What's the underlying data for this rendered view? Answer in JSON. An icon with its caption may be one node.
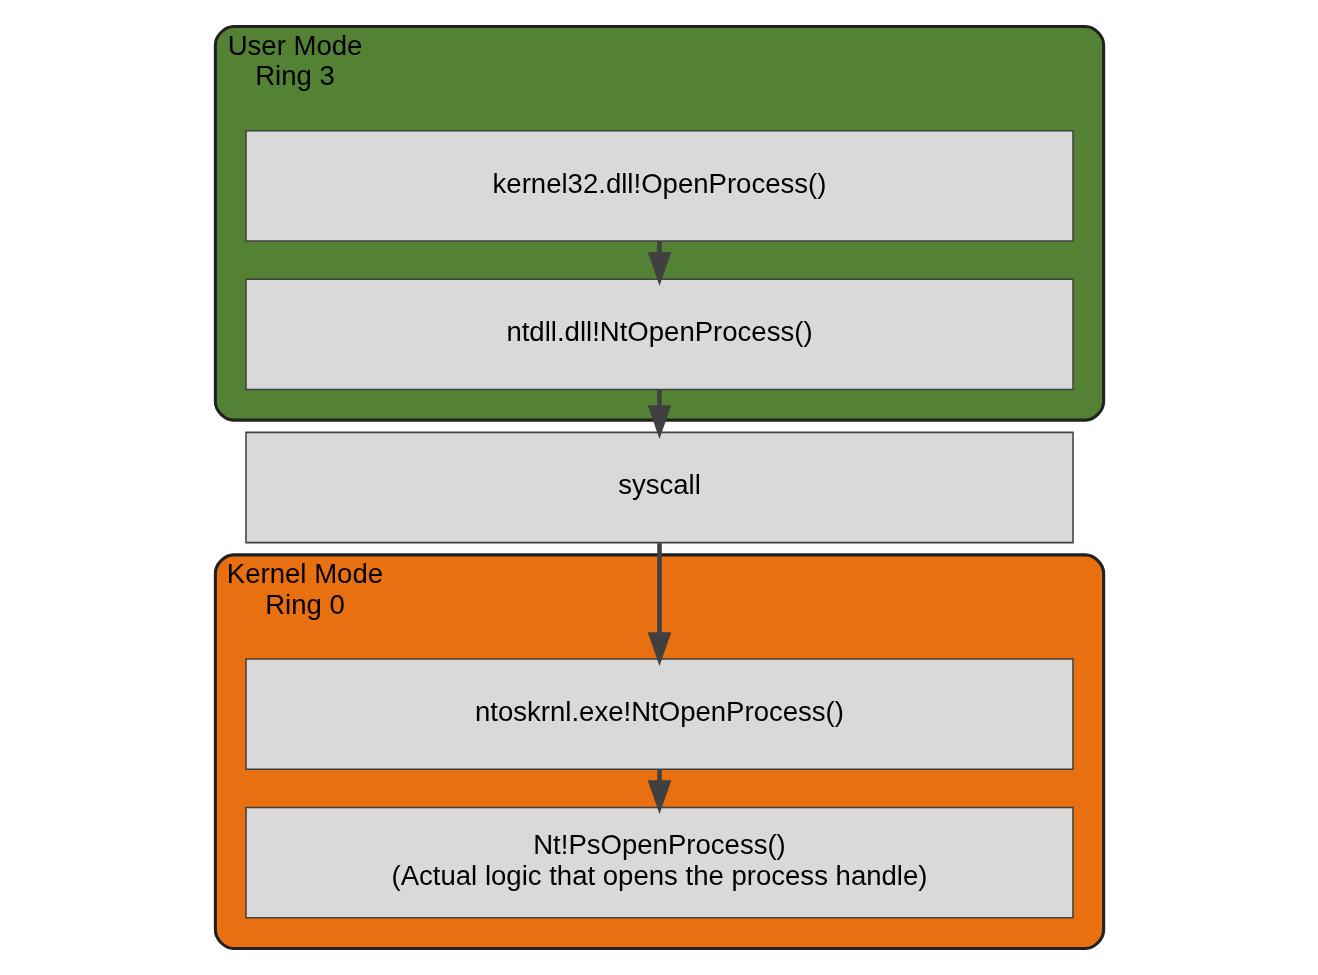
{
  "diagram": {
    "nodes": [
      {
        "text": [
          "User Mode",
          "Ring 3"
        ]
      },
      {
        "text": [
          "kernel32.dll!OpenProcess()"
        ],
        "in": 0
      },
      {
        "text": [
          "ntdll.dll!NtOpenProcess()"
        ],
        "in": 0
      },
      {
        "text": [
          "syscall"
        ]
      },
      {
        "text": [
          "Kernel Mode",
          "Ring 0"
        ]
      },
      {
        "text": [
          "ntoskrnl.exe!NtOpenProcess()"
        ],
        "in": 4
      },
      {
        "text": [
          "Nt!PsOpenProcess()",
          "(Actual logic that opens the process handle)"
        ],
        "in": 4
      }
    ],
    "edges": [
      {
        "from": 1,
        "to": 2,
        "arrow": "to"
      },
      {
        "from": 2,
        "to": 3,
        "arrow": "to"
      },
      {
        "from": 3,
        "to": 5,
        "arrow": "to"
      },
      {
        "from": 5,
        "to": 6,
        "arrow": "to"
      }
    ]
  }
}
